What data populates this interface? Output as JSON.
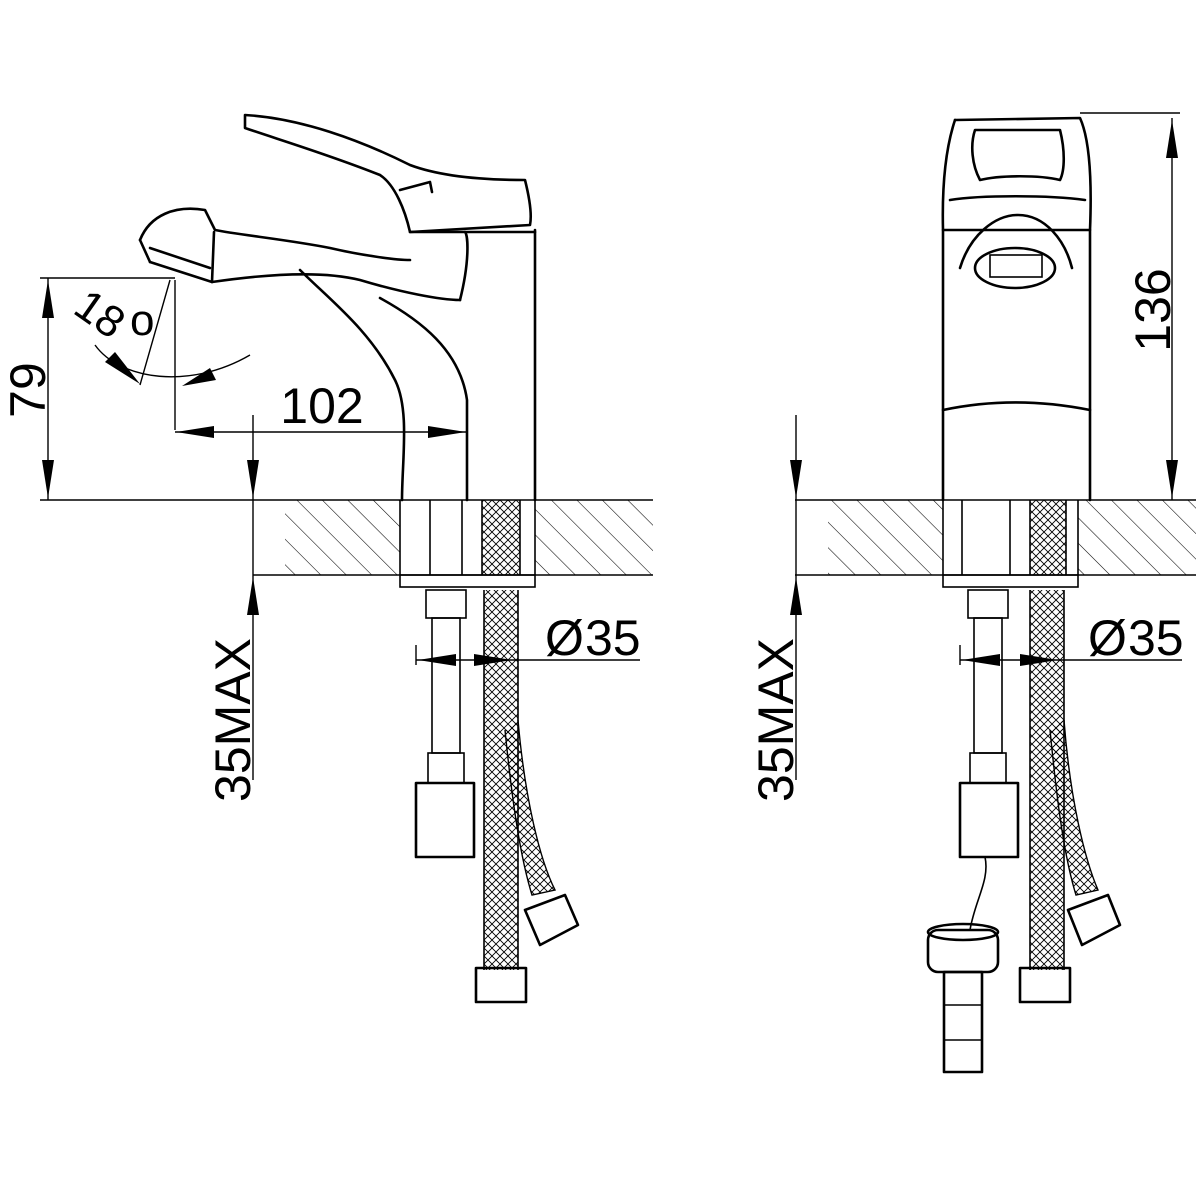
{
  "side_view": {
    "height_label": "79",
    "reach_label": "102",
    "angle_label": "18",
    "degree_symbol": "o",
    "thickness_label": "35MAX",
    "diameter_symbol": "Ø",
    "diameter_label": "35"
  },
  "front_view": {
    "height_label": "136",
    "thickness_label": "35MAX",
    "diameter_symbol": "Ø",
    "diameter_label": "35"
  }
}
